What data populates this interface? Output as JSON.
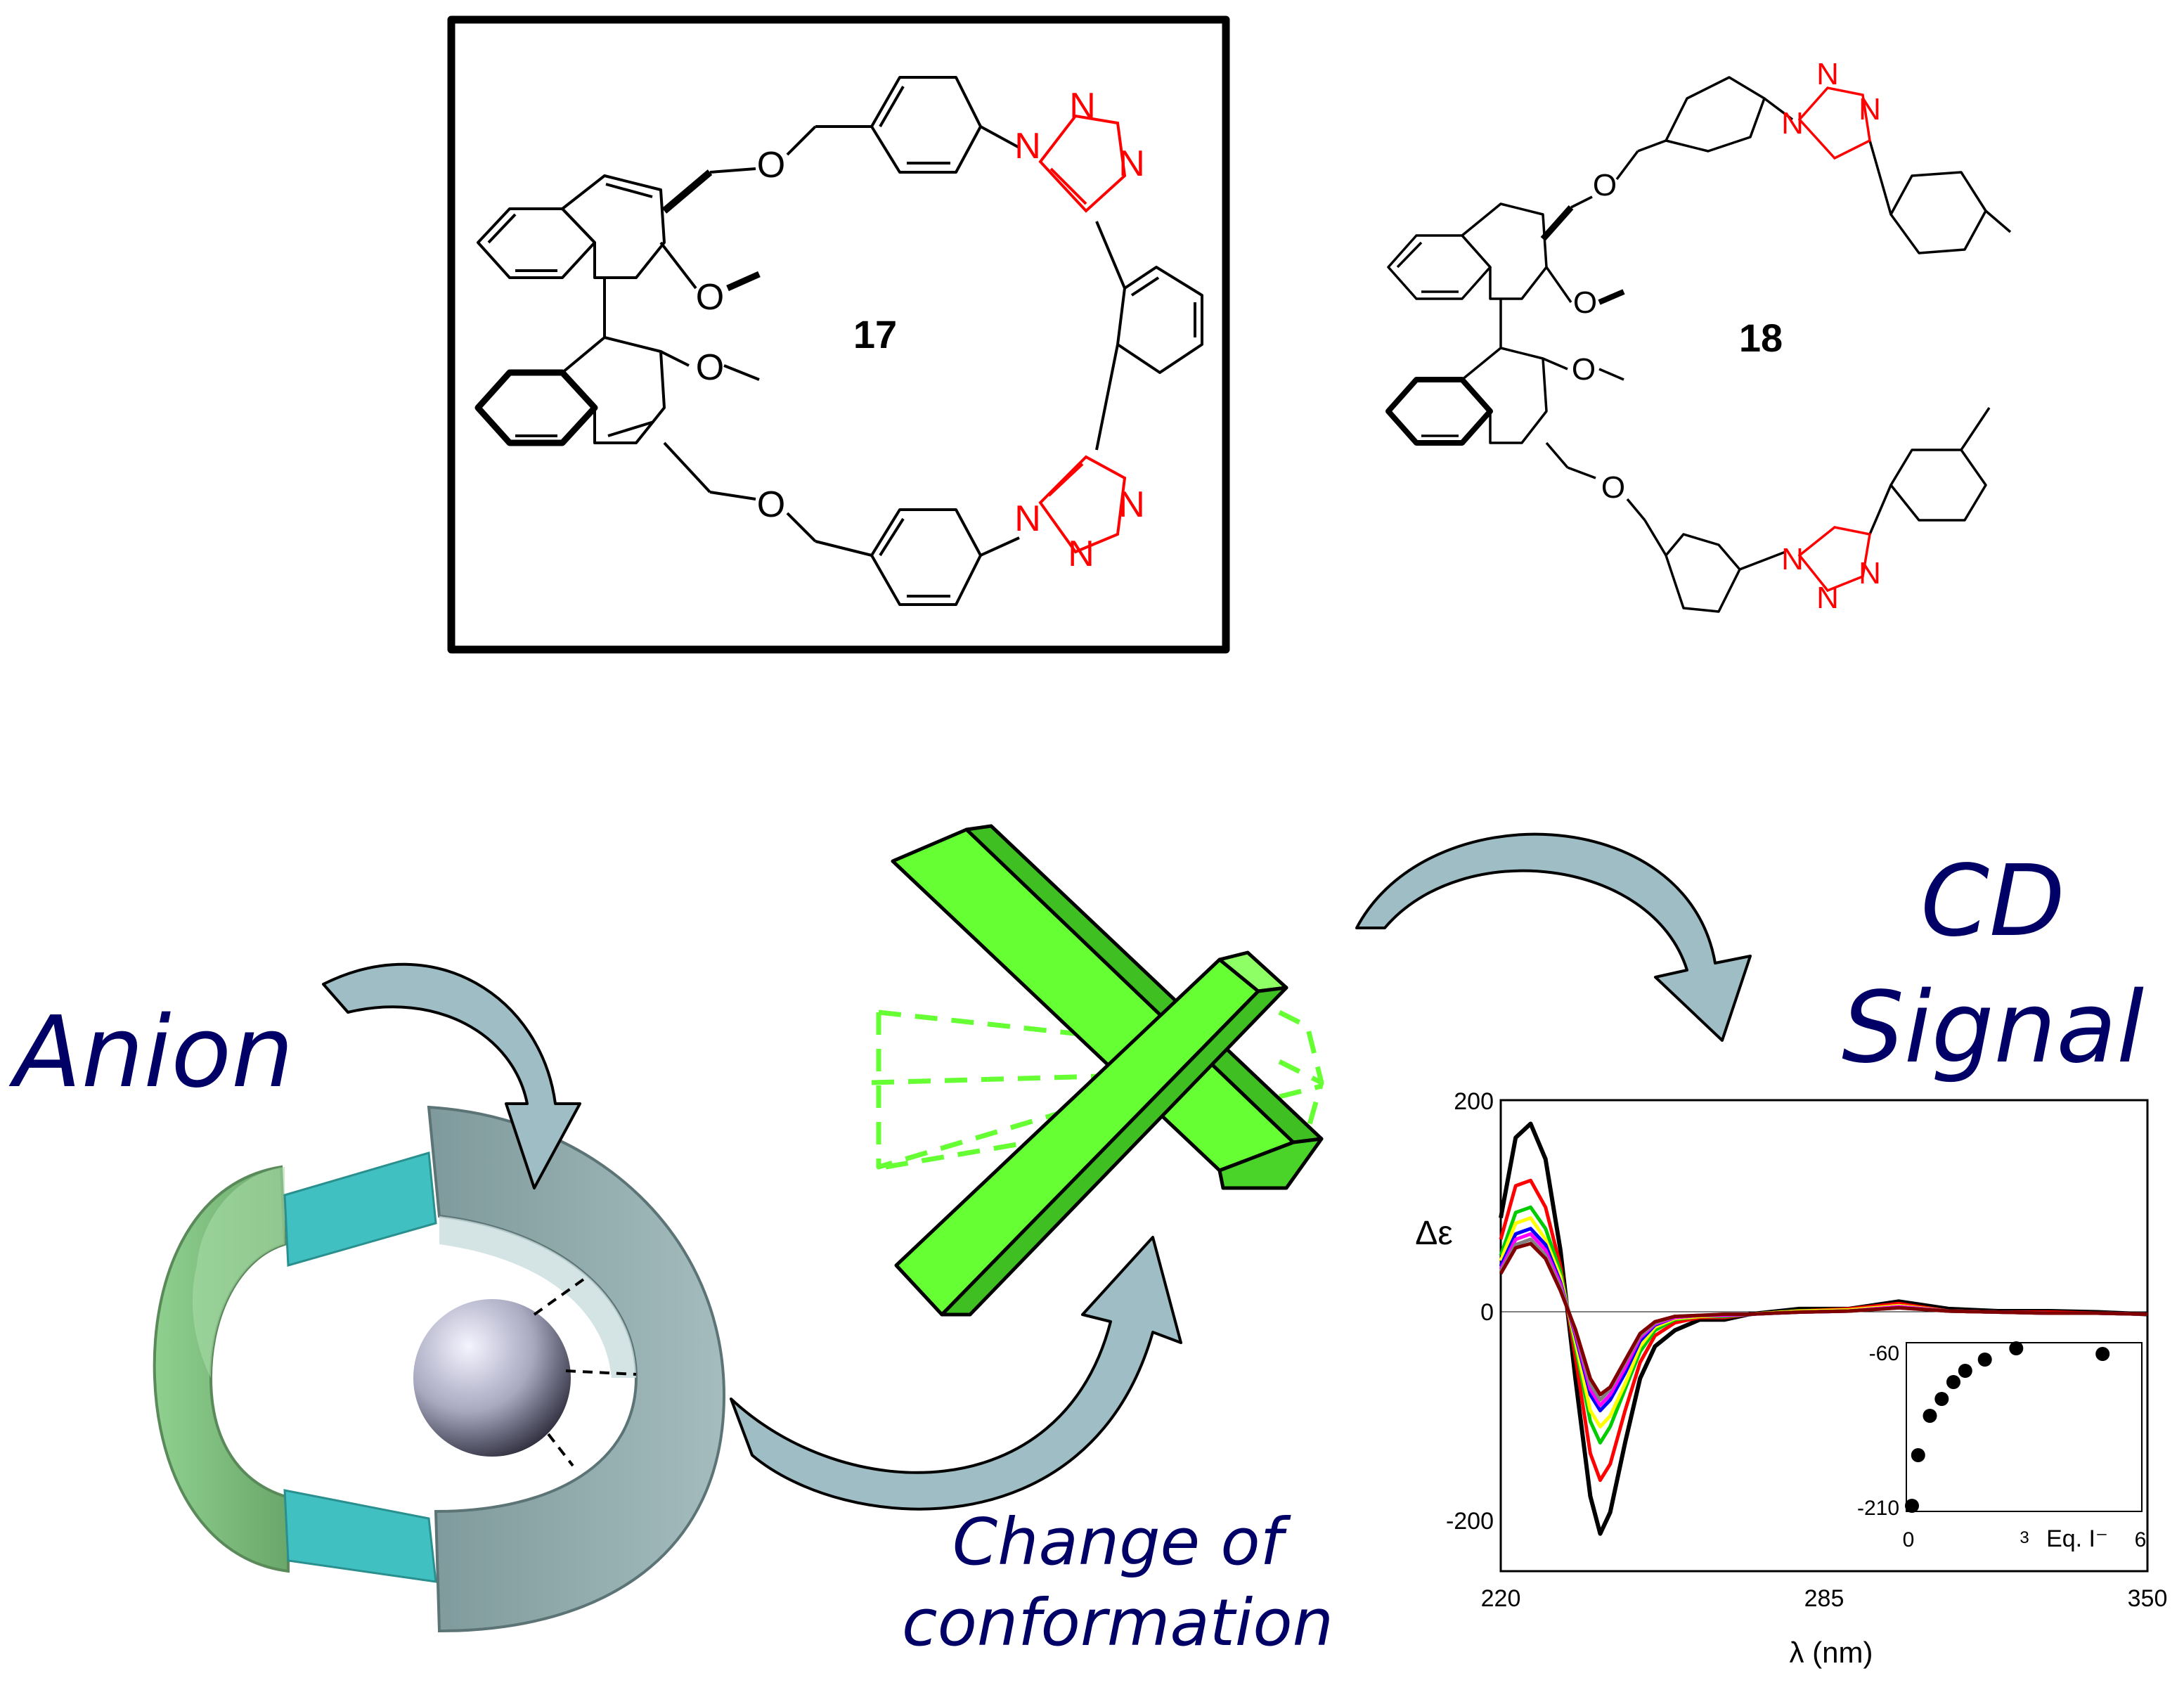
{
  "compounds": {
    "boxed": {
      "label": "17"
    },
    "open": {
      "label": "18"
    }
  },
  "atoms": {
    "oxygen": "O",
    "nitrogen": "N"
  },
  "colors": {
    "triazole": "#ff0000",
    "chiral_cross": "#66ff33",
    "host_green": "#7fbf7f",
    "host_teal": "#40c0c0",
    "host_grey": "#8fa9aa",
    "arrow_fill": "#9fbdc4",
    "label_navy": "#000066"
  },
  "labels": {
    "anion": "Anion",
    "change_line1": "Change of",
    "change_line2": "conformation",
    "cd_line1": "CD",
    "cd_line2": "Signal"
  },
  "chart_data": [
    {
      "type": "line",
      "title": "",
      "xlabel": "λ (nm)",
      "ylabel": "Δε",
      "xlim": [
        220,
        350
      ],
      "ylim": [
        -240,
        200
      ],
      "xticks": [
        "220",
        "285",
        "350"
      ],
      "yticks": [
        "200",
        "0",
        "-200"
      ],
      "x": [
        220,
        223,
        226,
        229,
        232,
        235,
        238,
        240,
        242,
        245,
        248,
        251,
        255,
        260,
        265,
        270,
        280,
        290,
        300,
        310,
        320,
        330,
        340,
        350
      ],
      "series": [
        {
          "color": "#000000",
          "values": [
            90,
            165,
            178,
            145,
            60,
            -60,
            -170,
            -205,
            -185,
            -120,
            -60,
            -30,
            -15,
            -5,
            -5,
            0,
            5,
            5,
            12,
            5,
            3,
            3,
            2,
            0
          ]
        },
        {
          "color": "#ff0000",
          "values": [
            70,
            120,
            125,
            100,
            45,
            -40,
            -130,
            -155,
            -140,
            -90,
            -45,
            -20,
            -8,
            -3,
            -3,
            0,
            3,
            5,
            10,
            3,
            2,
            2,
            1,
            0
          ]
        },
        {
          "color": "#00cc00",
          "values": [
            55,
            95,
            100,
            80,
            40,
            -30,
            -100,
            -120,
            -105,
            -70,
            -35,
            -15,
            -5,
            -2,
            -2,
            0,
            3,
            4,
            8,
            3,
            2,
            1,
            1,
            0
          ]
        },
        {
          "color": "#ffff00",
          "values": [
            50,
            85,
            90,
            70,
            35,
            -25,
            -90,
            -105,
            -95,
            -65,
            -30,
            -12,
            -4,
            -2,
            -1,
            0,
            3,
            4,
            8,
            3,
            2,
            1,
            1,
            0
          ]
        },
        {
          "color": "#0000ff",
          "values": [
            45,
            75,
            80,
            65,
            30,
            -20,
            -75,
            -90,
            -80,
            -55,
            -25,
            -10,
            -3,
            -1,
            -1,
            0,
            2,
            3,
            7,
            3,
            2,
            1,
            1,
            0
          ]
        },
        {
          "color": "#ff00ff",
          "values": [
            42,
            70,
            75,
            60,
            28,
            -18,
            -70,
            -85,
            -75,
            -50,
            -22,
            -9,
            -3,
            -1,
            -1,
            0,
            2,
            3,
            7,
            3,
            2,
            1,
            1,
            0
          ]
        },
        {
          "color": "#808080",
          "values": [
            40,
            65,
            70,
            55,
            25,
            -15,
            -65,
            -80,
            -70,
            -45,
            -20,
            -8,
            -2,
            -1,
            0,
            0,
            2,
            3,
            6,
            3,
            2,
            1,
            1,
            0
          ]
        },
        {
          "color": "#800000",
          "values": [
            38,
            62,
            66,
            52,
            22,
            -14,
            -60,
            -75,
            -68,
            -43,
            -18,
            -7,
            -2,
            -1,
            0,
            0,
            2,
            3,
            6,
            3,
            2,
            1,
            1,
            0
          ]
        }
      ]
    },
    {
      "type": "scatter",
      "title": "",
      "xlabel": "Eq. I⁻",
      "ylabel": "",
      "xlim": [
        0,
        6
      ],
      "ylim": [
        -210,
        -60
      ],
      "xticks": [
        "0",
        "3",
        "6"
      ],
      "yticks": [
        "-60",
        "-210"
      ],
      "x": [
        0,
        0.3,
        0.6,
        0.9,
        1.2,
        1.5,
        2.0,
        2.8,
        5.0
      ],
      "y": [
        -205,
        -160,
        -125,
        -110,
        -95,
        -85,
        -75,
        -65,
        -70
      ]
    }
  ]
}
